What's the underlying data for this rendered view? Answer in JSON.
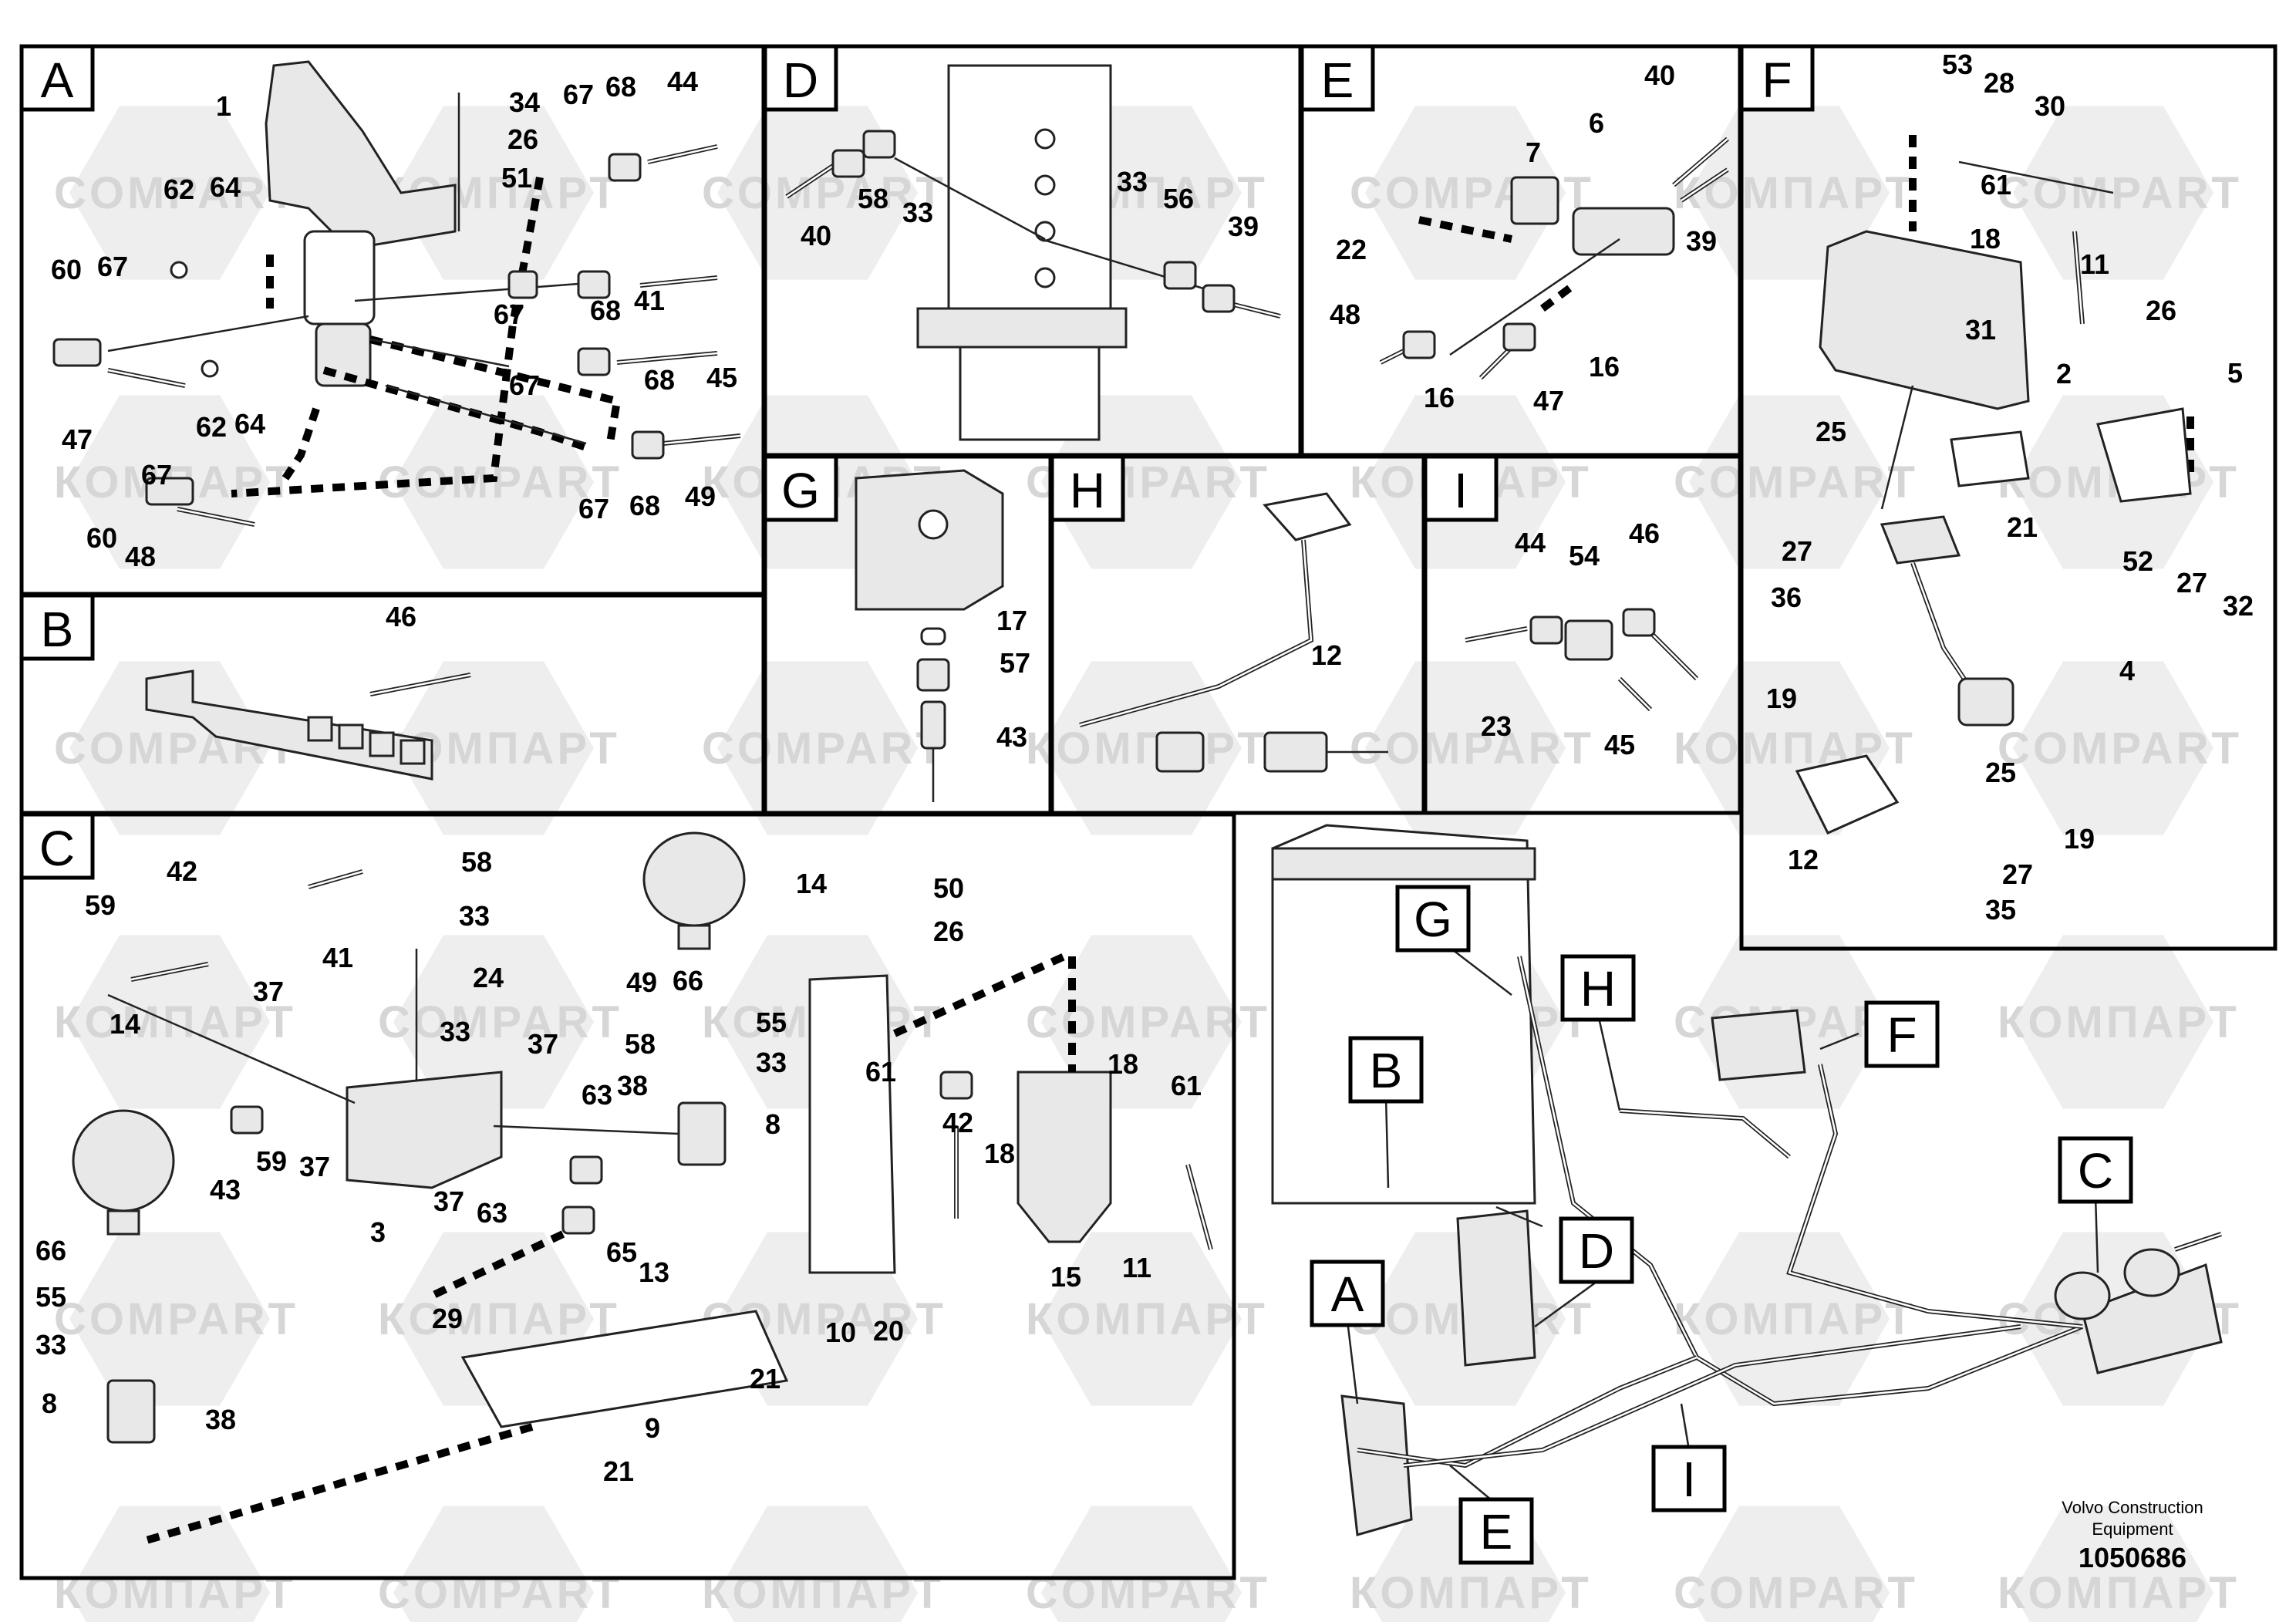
{
  "panels": {
    "A": "A",
    "B": "B",
    "C": "C",
    "D": "D",
    "E": "E",
    "F": "F",
    "G": "G",
    "H": "H",
    "I": "I"
  },
  "callouts": {
    "A": "A",
    "B": "B",
    "C": "C",
    "D": "D",
    "E": "E",
    "F": "F",
    "G": "G",
    "H": "H",
    "I": "I"
  },
  "labels": {
    "A": [
      "1",
      "34",
      "67",
      "68",
      "44",
      "26",
      "51",
      "62",
      "64",
      "60",
      "67",
      "67",
      "68",
      "41",
      "67",
      "68",
      "45",
      "47",
      "62",
      "64",
      "67",
      "67",
      "68",
      "49",
      "60",
      "48"
    ],
    "B": [
      "46"
    ],
    "C": [
      "58",
      "42",
      "59",
      "41",
      "33",
      "14",
      "50",
      "26",
      "24",
      "49",
      "66",
      "37",
      "55",
      "14",
      "33",
      "37",
      "58",
      "33",
      "38",
      "63",
      "8",
      "61",
      "18",
      "61",
      "43",
      "59",
      "37",
      "3",
      "37",
      "63",
      "65",
      "13",
      "42",
      "18",
      "15",
      "11",
      "66",
      "55",
      "29",
      "10",
      "20",
      "33",
      "21",
      "8",
      "38",
      "9",
      "21"
    ],
    "D": [
      "40",
      "58",
      "33",
      "33",
      "56",
      "39"
    ],
    "E": [
      "40",
      "7",
      "6",
      "39",
      "22",
      "48",
      "16",
      "47",
      "16"
    ],
    "F": [
      "53",
      "28",
      "30",
      "61",
      "18",
      "11",
      "31",
      "26",
      "5",
      "2",
      "25",
      "21",
      "27",
      "52",
      "27",
      "36",
      "32",
      "4",
      "19",
      "25",
      "12",
      "19",
      "27",
      "35"
    ],
    "G": [
      "17",
      "57",
      "43"
    ],
    "H": [
      "12"
    ],
    "I": [
      "44",
      "54",
      "46",
      "23",
      "45"
    ]
  },
  "watermark": {
    "latin": "COMPART",
    "cyrillic": "КОМПАРТ"
  },
  "footer": {
    "company_line1": "Volvo Construction",
    "company_line2": "Equipment",
    "drawing_number": "1050686"
  },
  "colors": {
    "ink": "#000000",
    "watermark": "#d6d6d6",
    "background": "#ffffff"
  }
}
